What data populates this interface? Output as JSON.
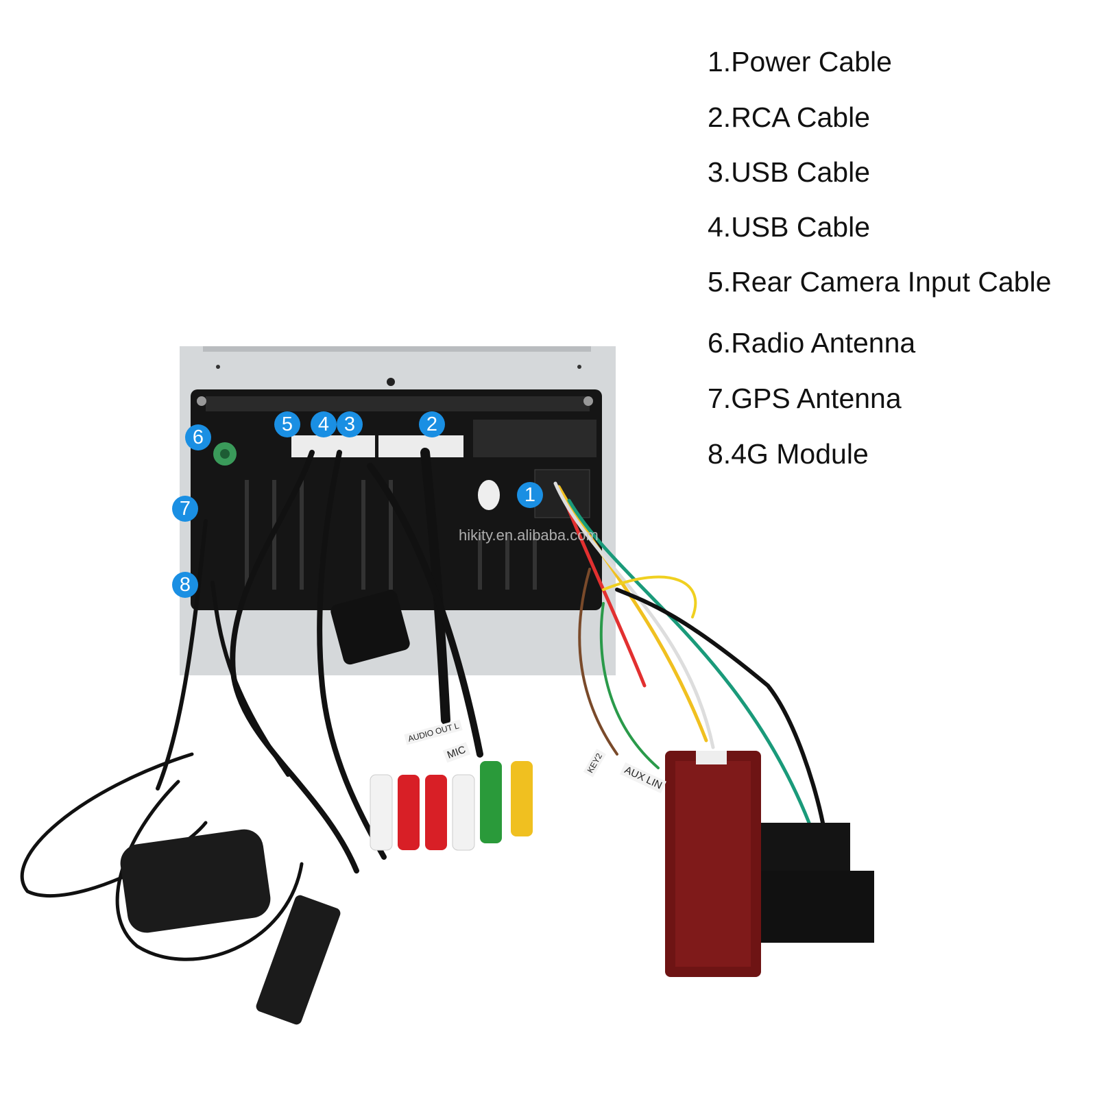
{
  "legend": [
    {
      "number": "1",
      "text": "1.Power Cable"
    },
    {
      "number": "2",
      "text": "2.RCA Cable"
    },
    {
      "number": "3",
      "text": "3.USB Cable"
    },
    {
      "number": "4",
      "text": "4.USB Cable"
    },
    {
      "number": "5",
      "text": "5.Rear Camera Input Cable"
    },
    {
      "number": "6",
      "text": "6.Radio Antenna"
    },
    {
      "number": "7",
      "text": "7.GPS Antenna"
    },
    {
      "number": "8",
      "text": "8.4G Module"
    }
  ],
  "callout_color": "#1a8fe3",
  "watermark": "hikity.en.alibaba.com",
  "cable_tags": [
    "AUDIO OUT L",
    "MIC",
    "AUX LIN",
    "KEY2"
  ]
}
